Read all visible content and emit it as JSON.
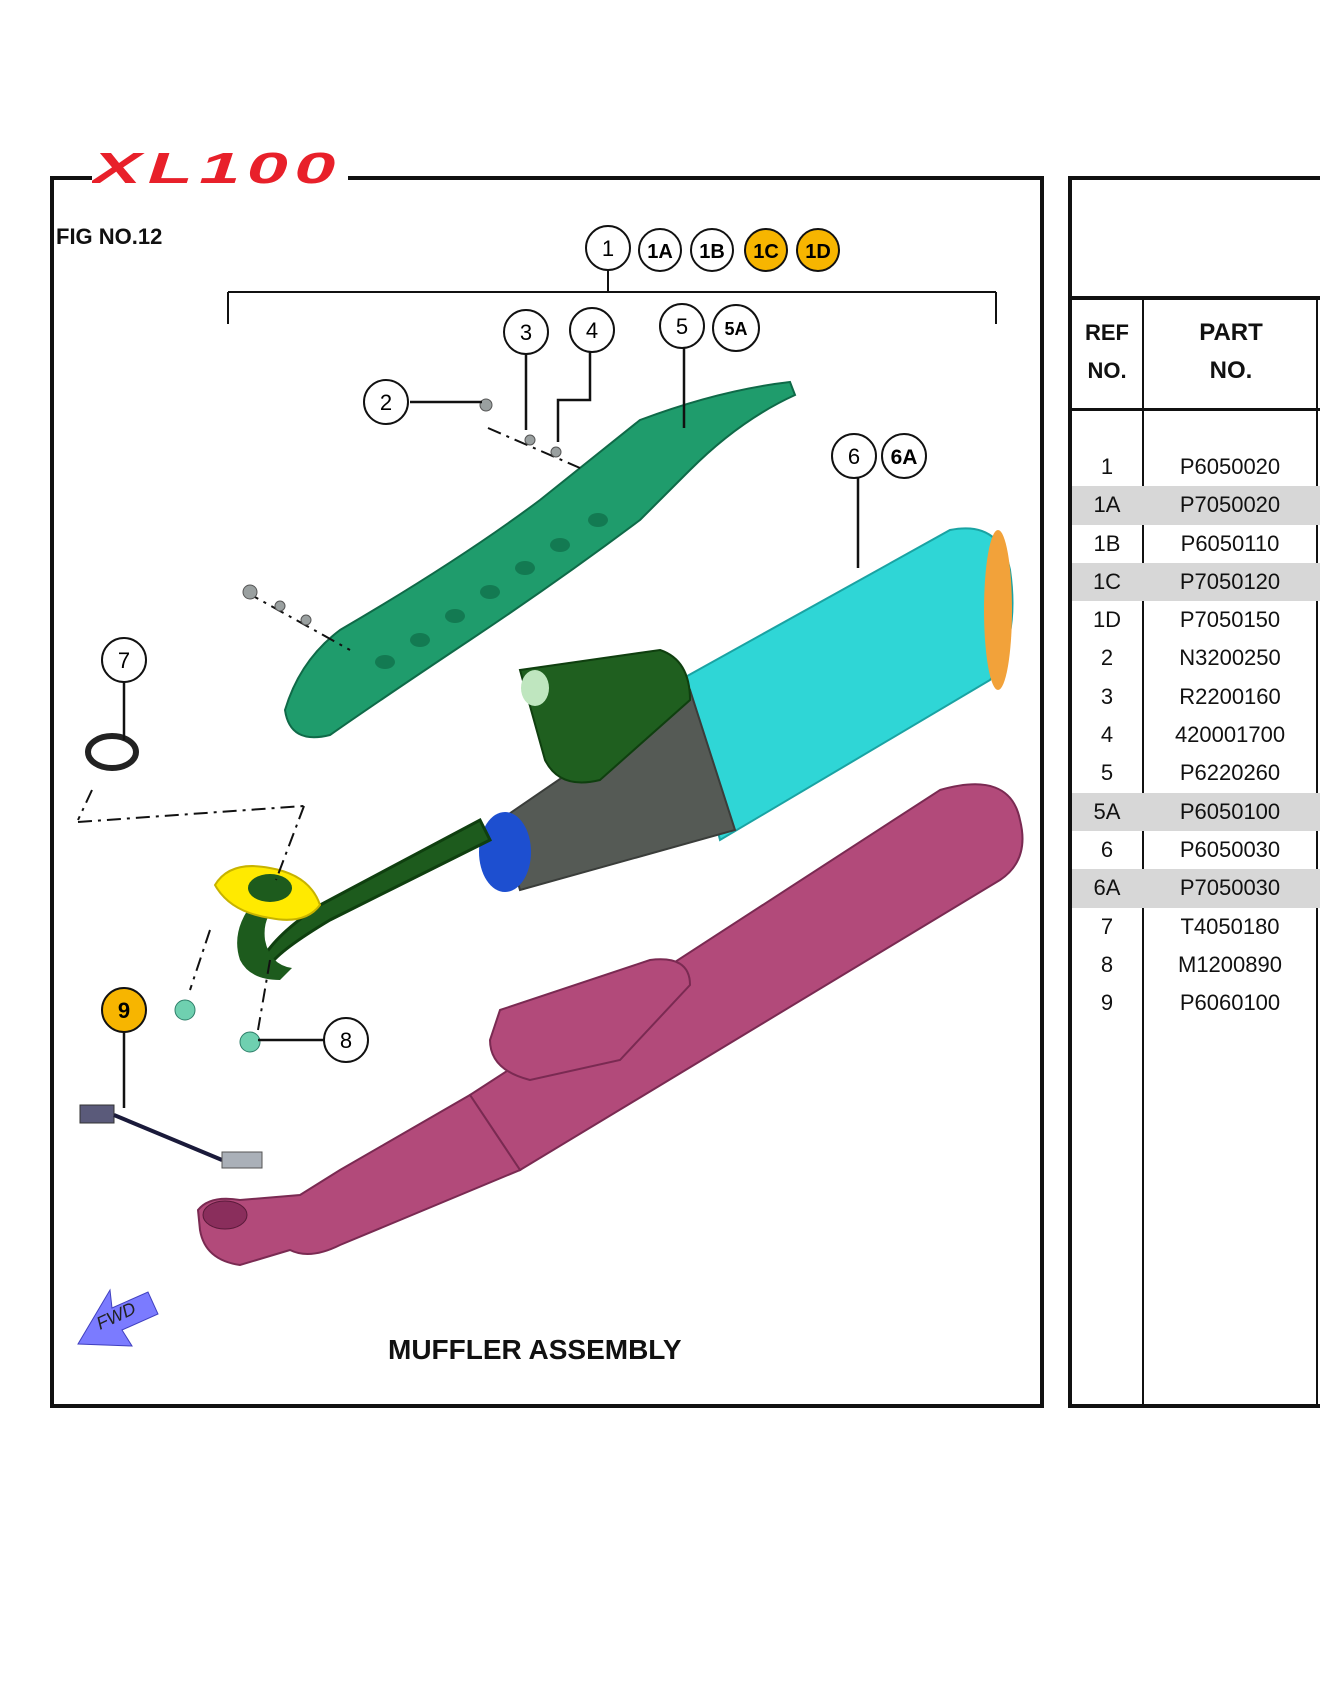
{
  "header": {
    "logo_text": "XL100"
  },
  "figure": {
    "number": "FIG NO.12",
    "title": "MUFFLER ASSEMBLY",
    "fwd_label": "FWD"
  },
  "callouts": {
    "c1": "1",
    "c1A": "1A",
    "c1B": "1B",
    "c1C": "1C",
    "c1D": "1D",
    "c2": "2",
    "c3": "3",
    "c4": "4",
    "c5": "5",
    "c5A": "5A",
    "c6": "6",
    "c6A": "6A",
    "c7": "7",
    "c8": "8",
    "c9": "9"
  },
  "table": {
    "headers": {
      "ref_line1": "REF",
      "ref_line2": "NO.",
      "part_line1": "PART",
      "part_line2": "NO."
    },
    "rows": [
      {
        "ref": "1",
        "part": "P6050020",
        "shaded": false
      },
      {
        "ref": "1A",
        "part": "P7050020",
        "shaded": true
      },
      {
        "ref": "1B",
        "part": "P6050110",
        "shaded": false
      },
      {
        "ref": "1C",
        "part": "P7050120",
        "shaded": true
      },
      {
        "ref": "1D",
        "part": "P7050150",
        "shaded": false
      },
      {
        "ref": "2",
        "part": "N3200250",
        "shaded": false
      },
      {
        "ref": "3",
        "part": "R2200160",
        "shaded": false
      },
      {
        "ref": "4",
        "part": "420001700",
        "shaded": false
      },
      {
        "ref": "5",
        "part": "P6220260",
        "shaded": false
      },
      {
        "ref": "5A",
        "part": "P6050100",
        "shaded": true
      },
      {
        "ref": "6",
        "part": "P6050030",
        "shaded": false
      },
      {
        "ref": "6A",
        "part": "P7050030",
        "shaded": true
      },
      {
        "ref": "7",
        "part": "T4050180",
        "shaded": false
      },
      {
        "ref": "8",
        "part": "M1200890",
        "shaded": false
      },
      {
        "ref": "9",
        "part": "P6060100",
        "shaded": false
      }
    ]
  },
  "colors": {
    "logo_red": "#e8202a",
    "highlight": "#f7b500",
    "heat_shield": "#1f9c6c",
    "silencer_cyan": "#2fd6d6",
    "pipe_green": "#1d5b1d",
    "muffler_pink": "#b24a7a",
    "fwd_arrow": "#7b7bff",
    "row_shade": "#d7d7d7"
  }
}
